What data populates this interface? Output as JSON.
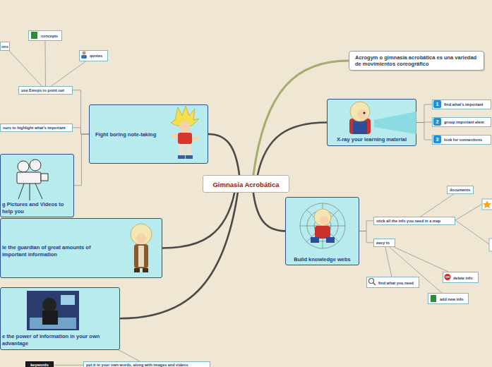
{
  "diagram": {
    "nodes": [
      {
        "text": [
          "Gimnasia Acrobática"
        ]
      },
      {
        "text": [
          "Acrogym o gimnasia acrobática es una variedad de movimientos coreográfico"
        ]
      },
      {
        "text": [
          "X-ray your learning material"
        ]
      },
      {
        "text": [
          "find what's important"
        ]
      },
      {
        "text": [
          "group important elem"
        ]
      },
      {
        "text": [
          "look for connections"
        ]
      },
      {
        "text": [
          "Fight boring note-taking"
        ]
      },
      {
        "text": [
          "use Emojis to point out"
        ]
      },
      {
        "text": [
          "concepts"
        ]
      },
      {
        "text": [
          "quotes"
        ]
      },
      {
        "text": [
          "ons"
        ]
      },
      {
        "text": [
          "ours to highlight what's important"
        ]
      },
      {
        "text": [
          "g Pictures and Videos to help you"
        ]
      },
      {
        "text": [
          "le the guardian of great amounts of important information"
        ]
      },
      {
        "text": [
          "e the power of information in your own advantage"
        ]
      },
      {
        "text": [
          "keywords"
        ]
      },
      {
        "text": [
          "put it in your own words, along with images and videos"
        ]
      },
      {
        "text": [
          "Build knowledge webs"
        ]
      },
      {
        "text": [
          "stick all the info you need in a map"
        ]
      },
      {
        "text": [
          "easy to"
        ]
      },
      {
        "text": [
          "documents"
        ]
      },
      {
        "text": [
          "find what you need"
        ]
      },
      {
        "text": [
          "delete info"
        ]
      },
      {
        "text": [
          "add new info"
        ]
      }
    ],
    "edges": [
      {
        "from": 0,
        "to": 1,
        "arrow": "none"
      },
      {
        "from": 0,
        "to": 2,
        "arrow": "none"
      },
      {
        "from": 0,
        "to": 6,
        "arrow": "none"
      },
      {
        "from": 0,
        "to": 13,
        "arrow": "none"
      },
      {
        "from": 0,
        "to": 14,
        "arrow": "none"
      },
      {
        "from": 0,
        "to": 17,
        "arrow": "none"
      },
      {
        "from": 2,
        "to": 3,
        "arrow": "none"
      },
      {
        "from": 2,
        "to": 4,
        "arrow": "none"
      },
      {
        "from": 2,
        "to": 5,
        "arrow": "none"
      },
      {
        "from": 6,
        "to": 7,
        "arrow": "none"
      },
      {
        "from": 6,
        "to": 11,
        "arrow": "none"
      },
      {
        "from": 6,
        "to": 12,
        "arrow": "none"
      },
      {
        "from": 7,
        "to": 8,
        "arrow": "none"
      },
      {
        "from": 7,
        "to": 9,
        "arrow": "none"
      },
      {
        "from": 7,
        "to": 10,
        "arrow": "none"
      },
      {
        "from": 14,
        "to": 16,
        "arrow": "none"
      },
      {
        "from": 16,
        "to": 15,
        "arrow": "none"
      },
      {
        "from": 17,
        "to": 18,
        "arrow": "none"
      },
      {
        "from": 17,
        "to": 19,
        "arrow": "none"
      },
      {
        "from": 18,
        "to": 20,
        "arrow": "none"
      },
      {
        "from": 19,
        "to": 21,
        "arrow": "none"
      },
      {
        "from": 19,
        "to": 22,
        "arrow": "none"
      },
      {
        "from": 19,
        "to": 23,
        "arrow": "none"
      }
    ],
    "labels": [
      "1",
      "2",
      "3"
    ]
  }
}
